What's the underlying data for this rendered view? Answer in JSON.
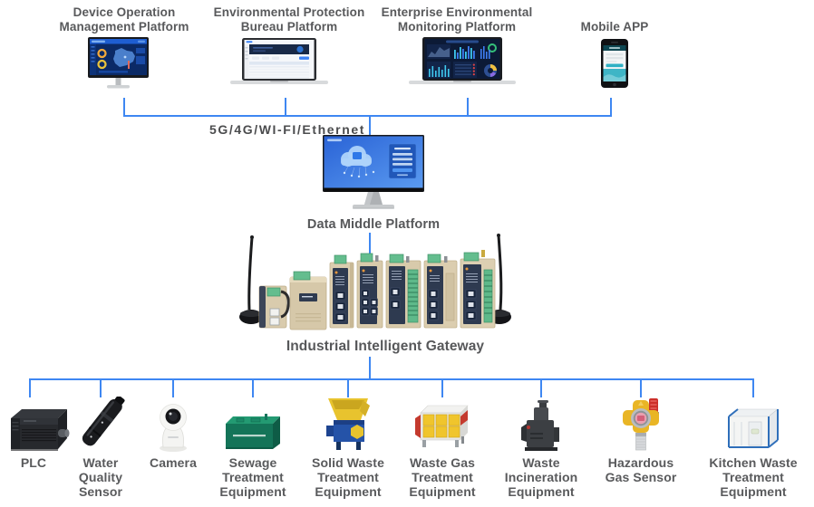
{
  "colors": {
    "connector_blue": "#3e87f2",
    "label_gray": "#58595b",
    "screen_navy": "#0c2b66",
    "screen_blue": "#2b66d8",
    "gateway_beige": "#d9cbad",
    "terminal_green": "#64bd8e"
  },
  "top_platforms": [
    {
      "label": "Device Operation\nManagement Platform",
      "icon": "desktop-dashboard-icon"
    },
    {
      "label": "Environmental Protection\nBureau Platform",
      "icon": "laptop-admin-table-icon"
    },
    {
      "label": "Enterprise Environmental\nMonitoring Platform",
      "icon": "laptop-dark-dashboard-icon"
    },
    {
      "label": "Mobile APP",
      "icon": "smartphone-login-icon"
    }
  ],
  "network_label": "5G/4G/WI-FI/Ethernet",
  "data_middle_platform": {
    "label": "Data Middle Platform",
    "icon": "monitor-cloud-login-icon"
  },
  "gateway": {
    "label": "Industrial Intelligent Gateway",
    "icon": "gateway-cluster-icon"
  },
  "bottom_devices": [
    {
      "label": "PLC",
      "icon": "plc-icon"
    },
    {
      "label": "Water\nQuality\nSensor",
      "icon": "water-quality-sensor-icon"
    },
    {
      "label": "Camera",
      "icon": "camera-icon"
    },
    {
      "label": "Sewage\nTreatment\nEquipment",
      "icon": "sewage-treatment-icon"
    },
    {
      "label": "Solid Waste\nTreatment\nEquipment",
      "icon": "solid-waste-shredder-icon"
    },
    {
      "label": "Waste Gas\nTreatment\nEquipment",
      "icon": "waste-gas-treatment-icon"
    },
    {
      "label": "Waste\nIncineration\nEquipment",
      "icon": "waste-incineration-icon"
    },
    {
      "label": "Hazardous\nGas Sensor",
      "icon": "hazardous-gas-sensor-icon"
    },
    {
      "label": "Kitchen Waste\nTreatment\nEquipment",
      "icon": "kitchen-waste-treatment-icon"
    }
  ]
}
